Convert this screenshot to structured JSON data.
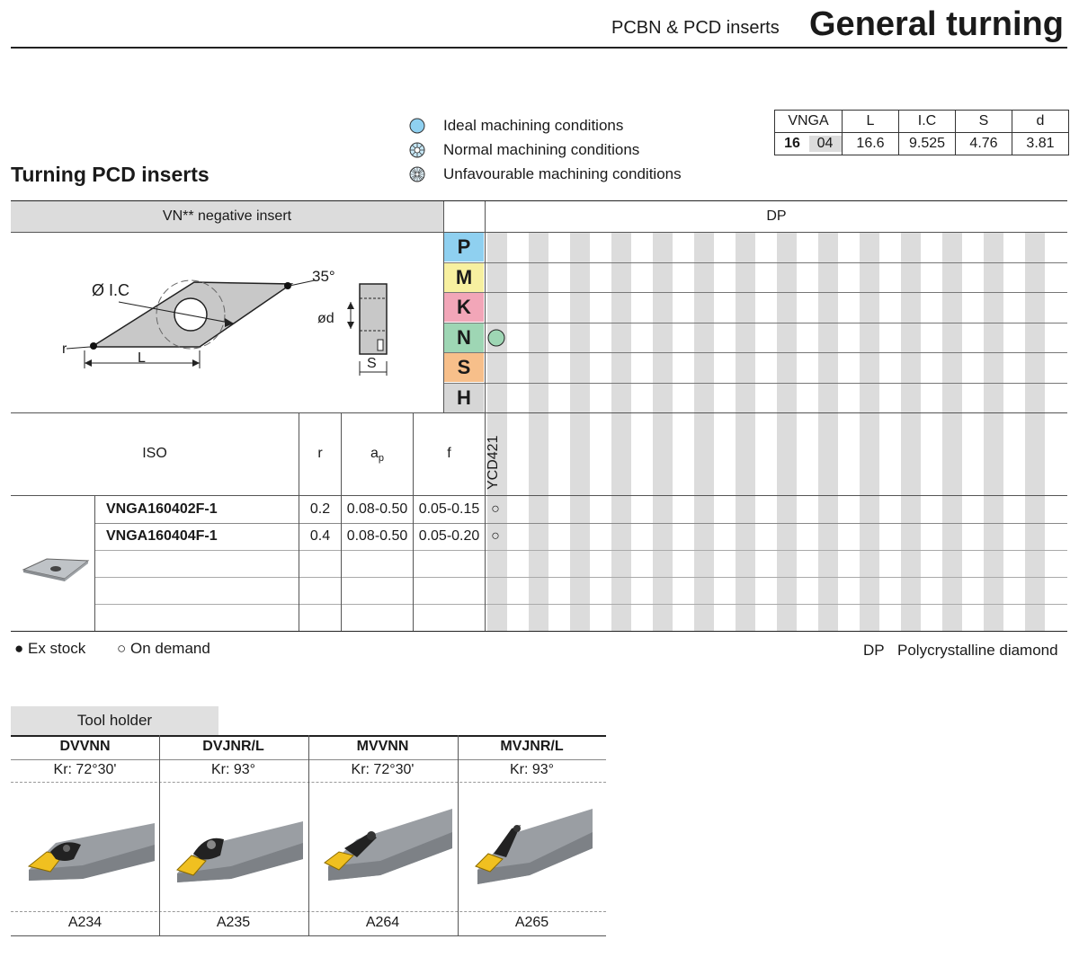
{
  "header": {
    "subtitle": "PCBN & PCD inserts",
    "title": "General turning"
  },
  "section_title": "Turning PCD inserts",
  "legend": [
    {
      "icon": "ideal-icon",
      "label": "Ideal machining conditions"
    },
    {
      "icon": "normal-icon",
      "label": "Normal machining conditions"
    },
    {
      "icon": "unfavourable-icon",
      "label": "Unfavourable machining conditions"
    }
  ],
  "dimensions": {
    "headers": [
      "VNGA",
      "L",
      "I.C",
      "S",
      "d"
    ],
    "size_bold": "16",
    "size_rest": "04",
    "values": [
      "16.6",
      "9.525",
      "4.76",
      "3.81"
    ]
  },
  "insert_header": "VN** negative insert",
  "grade_group": "DP",
  "diagram_labels": {
    "ic": "Ø I.C",
    "angle": "35°",
    "r": "r",
    "L": "L",
    "d": "ød",
    "S": "S"
  },
  "materials": [
    {
      "letter": "P",
      "color": "#8fd0f0"
    },
    {
      "letter": "M",
      "color": "#f7f0a0"
    },
    {
      "letter": "K",
      "color": "#f2a6b8"
    },
    {
      "letter": "N",
      "color": "#9ed6b4"
    },
    {
      "letter": "S",
      "color": "#f7bf8a"
    },
    {
      "letter": "H",
      "color": "#d6d6d6"
    }
  ],
  "col_headers": {
    "iso": "ISO",
    "r": "r",
    "ap_main": "a",
    "ap_sub": "p",
    "f": "f",
    "grade": "YCD421"
  },
  "rows": [
    {
      "iso": "VNGA160402F-1",
      "r": "0.2",
      "ap": "0.08-0.50",
      "f": "0.05-0.15",
      "avail": "○"
    },
    {
      "iso": "VNGA160404F-1",
      "r": "0.4",
      "ap": "0.08-0.50",
      "f": "0.05-0.20",
      "avail": "○"
    }
  ],
  "footer": {
    "ex_stock": "● Ex stock",
    "on_demand": "○ On demand",
    "dp_abbr": "DP",
    "dp_desc": "Polycrystalline diamond"
  },
  "tool_holder": {
    "title": "Tool holder",
    "items": [
      {
        "name": "DVVNN",
        "kr": "Kr: 72°30'",
        "page": "A234"
      },
      {
        "name": "DVJNR/L",
        "kr": "Kr: 93°",
        "page": "A235"
      },
      {
        "name": "MVVNN",
        "kr": "Kr: 72°30'",
        "page": "A264"
      },
      {
        "name": "MVJNR/L",
        "kr": "Kr: 93°",
        "page": "A265"
      }
    ]
  }
}
